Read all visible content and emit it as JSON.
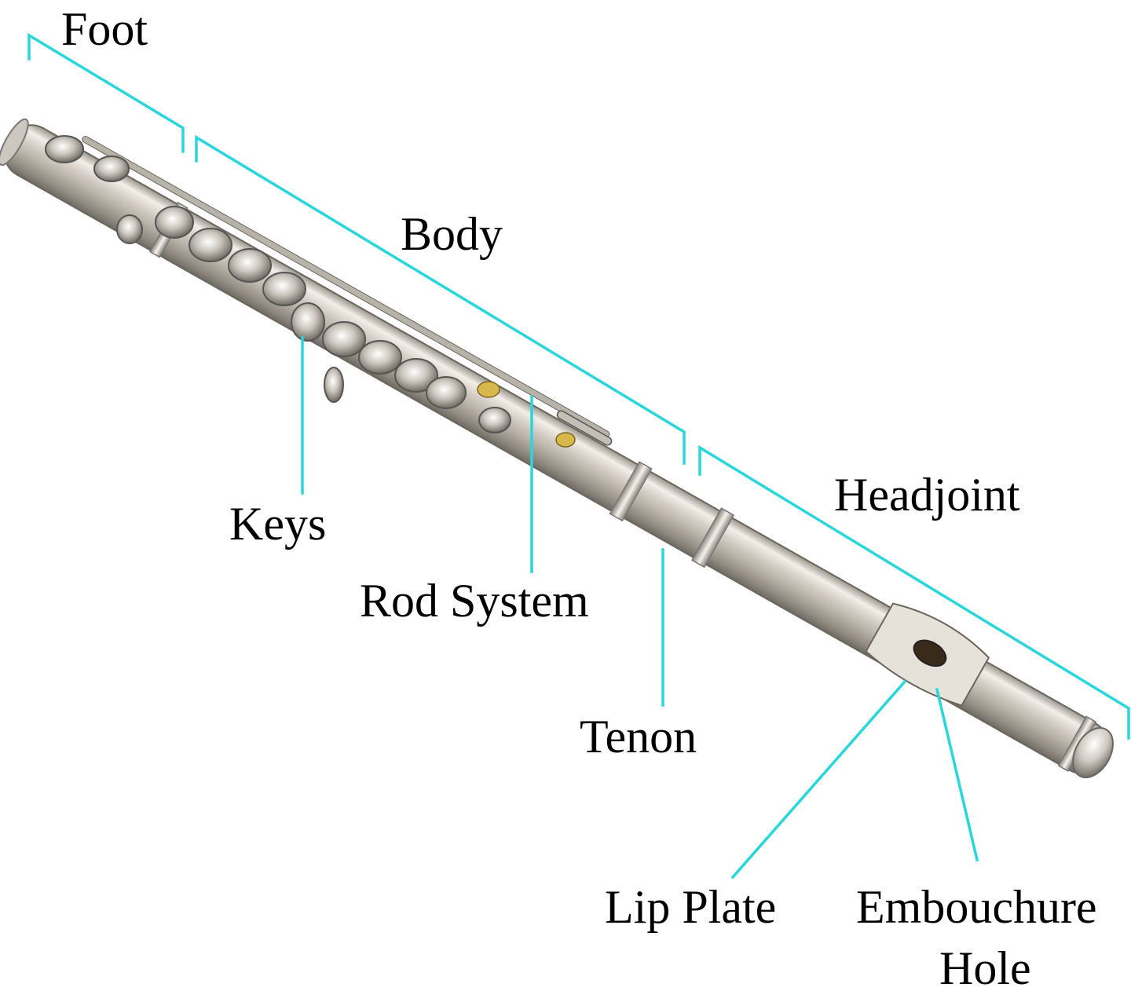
{
  "labels": {
    "foot": "Foot",
    "body": "Body",
    "headjoint": "Headjoint",
    "keys": "Keys",
    "rod_system": "Rod System",
    "tenon": "Tenon",
    "lip_plate": "Lip Plate",
    "embouchure_line1": "Embouchure",
    "embouchure_line2": "Hole"
  },
  "colors": {
    "callout": "#29d6dc",
    "text": "#000000",
    "background": "#ffffff"
  }
}
